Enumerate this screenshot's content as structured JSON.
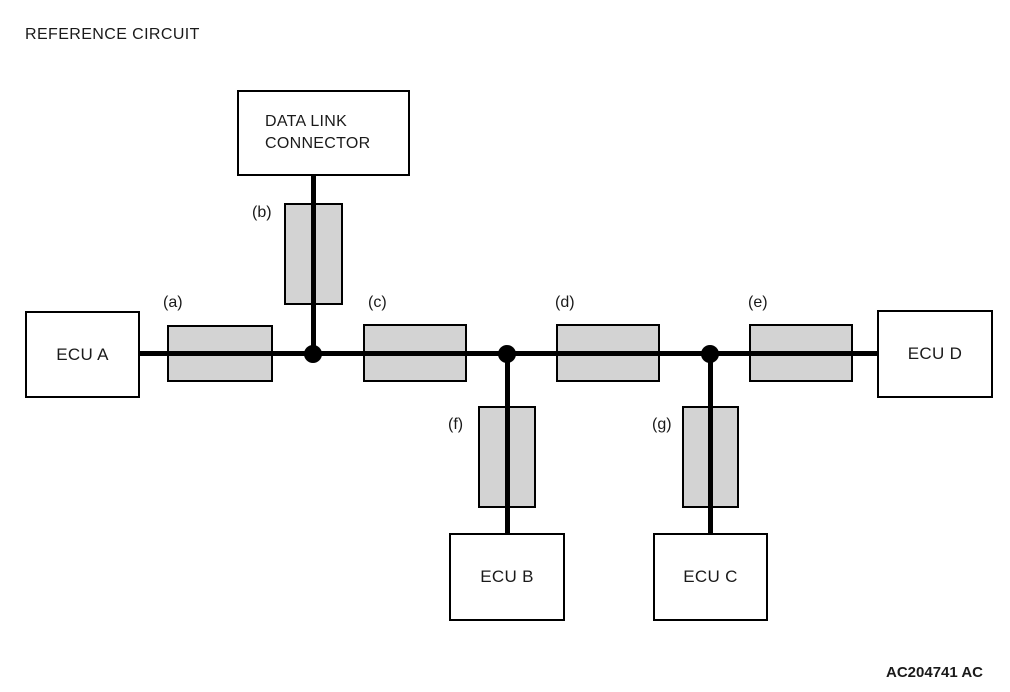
{
  "title": "REFERENCE CIRCUIT",
  "figure_code": "AC204741 AC",
  "nodes": {
    "data_link_connector": {
      "label": "DATA LINK\nCONNECTOR"
    },
    "ecu_a": {
      "label": "ECU A"
    },
    "ecu_b": {
      "label": "ECU B"
    },
    "ecu_c": {
      "label": "ECU C"
    },
    "ecu_d": {
      "label": "ECU D"
    }
  },
  "segments": {
    "a": {
      "label": "(a)"
    },
    "b": {
      "label": "(b)"
    },
    "c": {
      "label": "(c)"
    },
    "d": {
      "label": "(d)"
    },
    "e": {
      "label": "(e)"
    },
    "f": {
      "label": "(f)"
    },
    "g": {
      "label": "(g)"
    }
  },
  "topology": {
    "bus": [
      "ECU A",
      "(a)",
      "junction-1",
      "(c)",
      "junction-2",
      "(d)",
      "junction-3",
      "(e)",
      "ECU D"
    ],
    "branches": [
      {
        "from": "junction-1",
        "through": "(b)",
        "to": "DATA LINK CONNECTOR"
      },
      {
        "from": "junction-2",
        "through": "(f)",
        "to": "ECU B"
      },
      {
        "from": "junction-3",
        "through": "(g)",
        "to": "ECU C"
      }
    ]
  },
  "colors": {
    "wire": "#000000",
    "segment_fill": "#d3d3d3",
    "background": "#ffffff"
  }
}
